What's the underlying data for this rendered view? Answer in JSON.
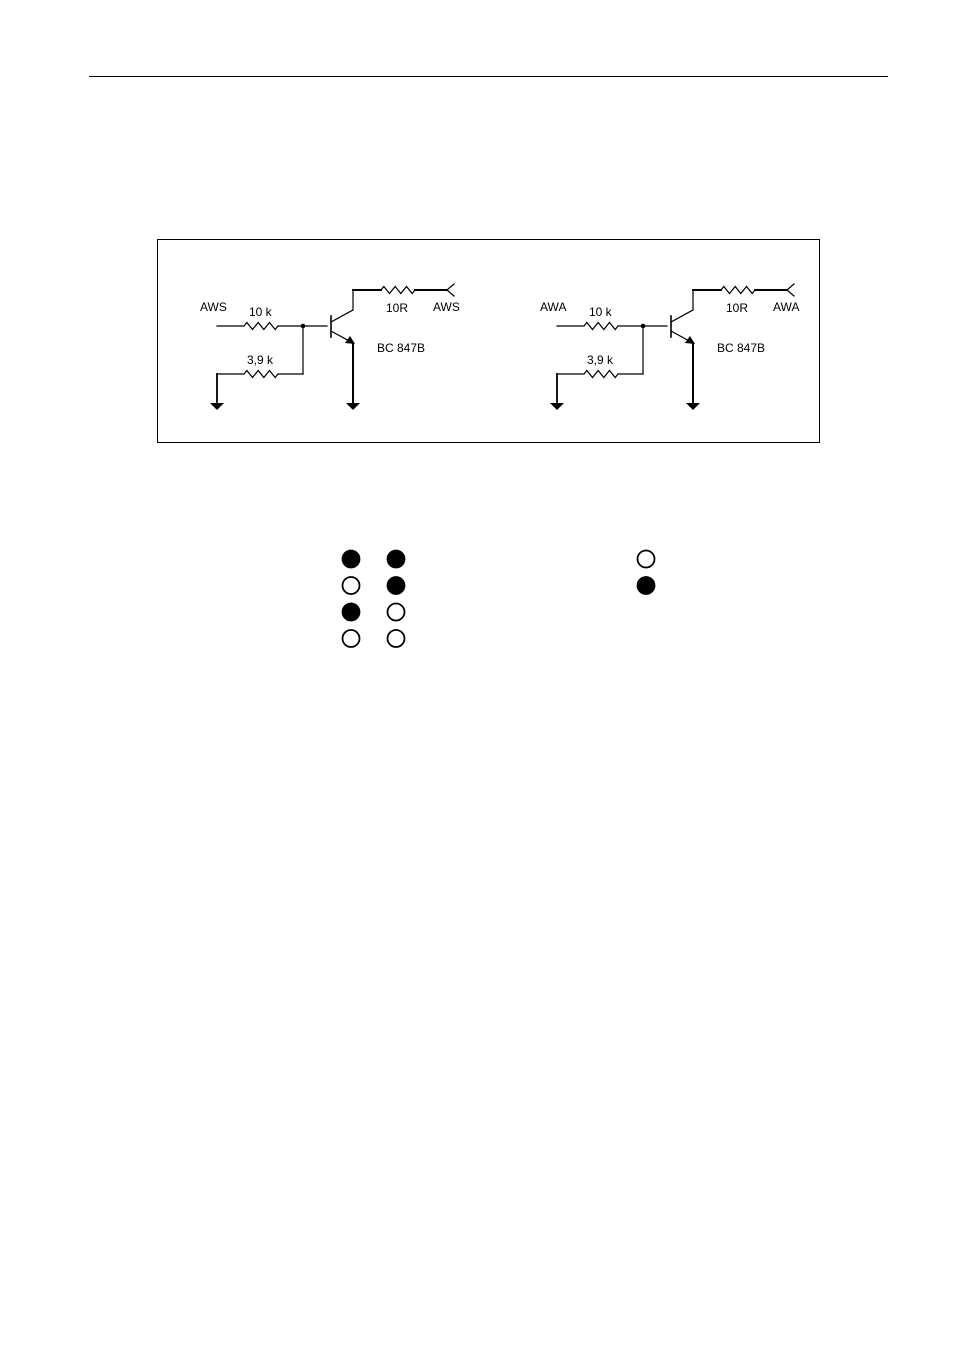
{
  "colors": {
    "ink": "#000000",
    "paper": "#ffffff"
  },
  "circuits": [
    {
      "input_label": "AWS",
      "base_resistor_label": "10 k",
      "pulldown_resistor_label": "3,9 k",
      "collector_resistor_label": "10R",
      "output_label": "AWS",
      "transistor_label": "BC 847B"
    },
    {
      "input_label": "AWA",
      "base_resistor_label": "10 k",
      "pulldown_resistor_label": "3,9 k",
      "collector_resistor_label": "10R",
      "output_label": "AWA",
      "transistor_label": "BC 847B"
    }
  ],
  "indicator_groups": [
    {
      "rows": [
        [
          true,
          true
        ],
        [
          false,
          true
        ],
        [
          true,
          false
        ],
        [
          false,
          false
        ]
      ]
    },
    {
      "rows": [
        [
          false
        ],
        [
          true
        ]
      ]
    }
  ]
}
